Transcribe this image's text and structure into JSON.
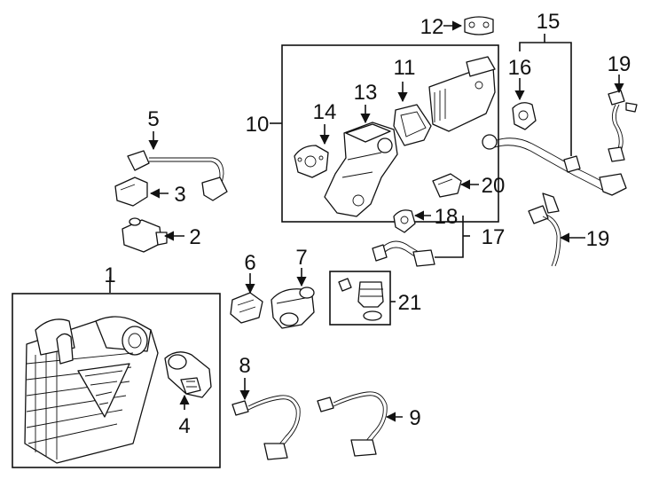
{
  "callouts": {
    "c1": "1",
    "c2": "2",
    "c3": "3",
    "c4": "4",
    "c5": "5",
    "c6": "6",
    "c7": "7",
    "c8": "8",
    "c9": "9",
    "c10": "10",
    "c11": "11",
    "c12": "12",
    "c13": "13",
    "c14": "14",
    "c15": "15",
    "c16": "16",
    "c17": "17",
    "c18": "18",
    "c19a": "19",
    "c19b": "19",
    "c20": "20",
    "c21": "21"
  }
}
